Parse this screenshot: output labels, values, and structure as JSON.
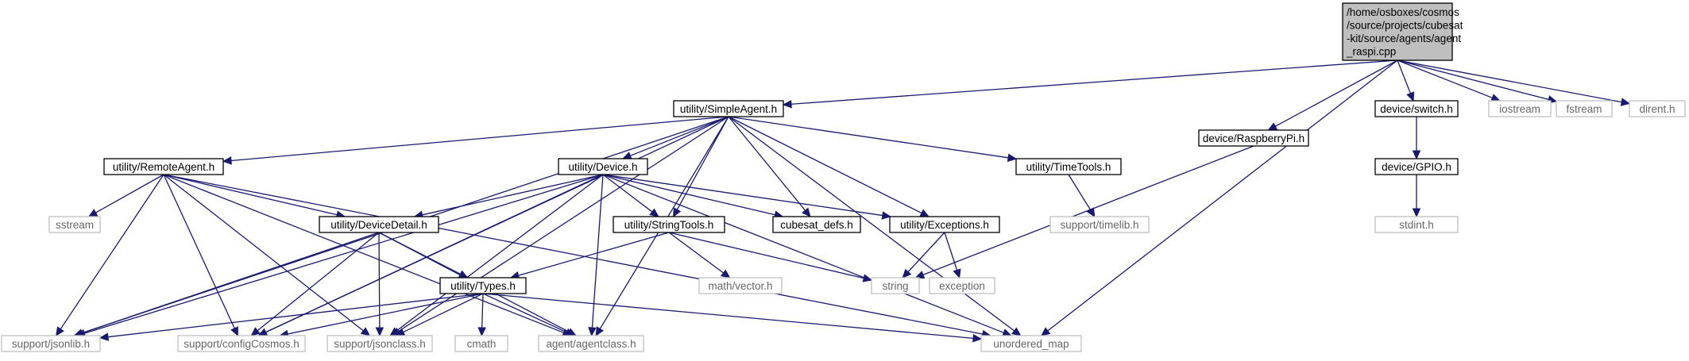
{
  "colors": {
    "edge": "#191970",
    "root_fill": "#bfbfbf",
    "local_border": "#000000",
    "external_border": "#bfbfbf",
    "external_text": "#666666"
  },
  "root": {
    "lines": [
      "/home/osboxes/cosmos",
      "/source/projects/cubesat",
      "-kit/source/agents/agent",
      "_raspi.cpp"
    ]
  },
  "nodes": [
    {
      "id": "simpleagent",
      "label": "utility/SimpleAgent.h",
      "kind": "local"
    },
    {
      "id": "raspberrypi",
      "label": "device/RaspberryPi.h",
      "kind": "local"
    },
    {
      "id": "switch",
      "label": "device/switch.h",
      "kind": "local"
    },
    {
      "id": "iostream",
      "label": "iostream",
      "kind": "external"
    },
    {
      "id": "fstream",
      "label": "fstream",
      "kind": "external"
    },
    {
      "id": "dirent",
      "label": "dirent.h",
      "kind": "external"
    },
    {
      "id": "remoteagent",
      "label": "utility/RemoteAgent.h",
      "kind": "local"
    },
    {
      "id": "device",
      "label": "utility/Device.h",
      "kind": "local"
    },
    {
      "id": "timetools",
      "label": "utility/TimeTools.h",
      "kind": "local"
    },
    {
      "id": "gpio",
      "label": "device/GPIO.h",
      "kind": "local"
    },
    {
      "id": "sstream",
      "label": "sstream",
      "kind": "external"
    },
    {
      "id": "devicedetail",
      "label": "utility/DeviceDetail.h",
      "kind": "local"
    },
    {
      "id": "stringtools",
      "label": "utility/StringTools.h",
      "kind": "local"
    },
    {
      "id": "cubesatdefs",
      "label": "cubesat_defs.h",
      "kind": "local"
    },
    {
      "id": "exceptions",
      "label": "utility/Exceptions.h",
      "kind": "local"
    },
    {
      "id": "timelib",
      "label": "support/timelib.h",
      "kind": "external"
    },
    {
      "id": "stdint",
      "label": "stdint.h",
      "kind": "external"
    },
    {
      "id": "types",
      "label": "utility/Types.h",
      "kind": "local"
    },
    {
      "id": "mathvector",
      "label": "math/vector.h",
      "kind": "external"
    },
    {
      "id": "string",
      "label": "string",
      "kind": "external"
    },
    {
      "id": "exception",
      "label": "exception",
      "kind": "external"
    },
    {
      "id": "jsonlib",
      "label": "support/jsonlib.h",
      "kind": "external"
    },
    {
      "id": "configcosmos",
      "label": "support/configCosmos.h",
      "kind": "external"
    },
    {
      "id": "jsonclass",
      "label": "support/jsonclass.h",
      "kind": "external"
    },
    {
      "id": "cmath",
      "label": "cmath",
      "kind": "external"
    },
    {
      "id": "agentclass",
      "label": "agent/agentclass.h",
      "kind": "external"
    },
    {
      "id": "unorderedmap",
      "label": "unordered_map",
      "kind": "external"
    }
  ],
  "edges": [
    [
      "root",
      "simpleagent"
    ],
    [
      "root",
      "raspberrypi"
    ],
    [
      "root",
      "switch"
    ],
    [
      "root",
      "iostream"
    ],
    [
      "root",
      "fstream"
    ],
    [
      "root",
      "dirent"
    ],
    [
      "root",
      "unorderedmap"
    ],
    [
      "simpleagent",
      "remoteagent"
    ],
    [
      "simpleagent",
      "device"
    ],
    [
      "simpleagent",
      "stringtools"
    ],
    [
      "simpleagent",
      "cubesatdefs"
    ],
    [
      "simpleagent",
      "timetools"
    ],
    [
      "simpleagent",
      "exceptions"
    ],
    [
      "simpleagent",
      "jsonlib"
    ],
    [
      "simpleagent",
      "configcosmos"
    ],
    [
      "simpleagent",
      "jsonclass"
    ],
    [
      "simpleagent",
      "agentclass"
    ],
    [
      "simpleagent",
      "unorderedmap"
    ],
    [
      "remoteagent",
      "sstream"
    ],
    [
      "remoteagent",
      "devicedetail"
    ],
    [
      "remoteagent",
      "jsonlib"
    ],
    [
      "remoteagent",
      "configcosmos"
    ],
    [
      "remoteagent",
      "jsonclass"
    ],
    [
      "remoteagent",
      "agentclass"
    ],
    [
      "remoteagent",
      "unorderedmap"
    ],
    [
      "device",
      "devicedetail"
    ],
    [
      "device",
      "stringtools"
    ],
    [
      "device",
      "cubesatdefs"
    ],
    [
      "device",
      "exceptions"
    ],
    [
      "device",
      "jsonlib"
    ],
    [
      "device",
      "configcosmos"
    ],
    [
      "device",
      "jsonclass"
    ],
    [
      "device",
      "agentclass"
    ],
    [
      "device",
      "unorderedmap"
    ],
    [
      "devicedetail",
      "types"
    ],
    [
      "devicedetail",
      "jsonlib"
    ],
    [
      "devicedetail",
      "configcosmos"
    ],
    [
      "devicedetail",
      "jsonclass"
    ],
    [
      "devicedetail",
      "agentclass"
    ],
    [
      "stringtools",
      "types"
    ],
    [
      "stringtools",
      "mathvector"
    ],
    [
      "stringtools",
      "string"
    ],
    [
      "exceptions",
      "string"
    ],
    [
      "exceptions",
      "exception"
    ],
    [
      "timetools",
      "timelib"
    ],
    [
      "raspberrypi",
      "string"
    ],
    [
      "switch",
      "gpio"
    ],
    [
      "gpio",
      "stdint"
    ],
    [
      "types",
      "jsonlib"
    ],
    [
      "types",
      "configcosmos"
    ],
    [
      "types",
      "jsonclass"
    ],
    [
      "types",
      "cmath"
    ],
    [
      "types",
      "agentclass"
    ],
    [
      "types",
      "unorderedmap"
    ]
  ]
}
